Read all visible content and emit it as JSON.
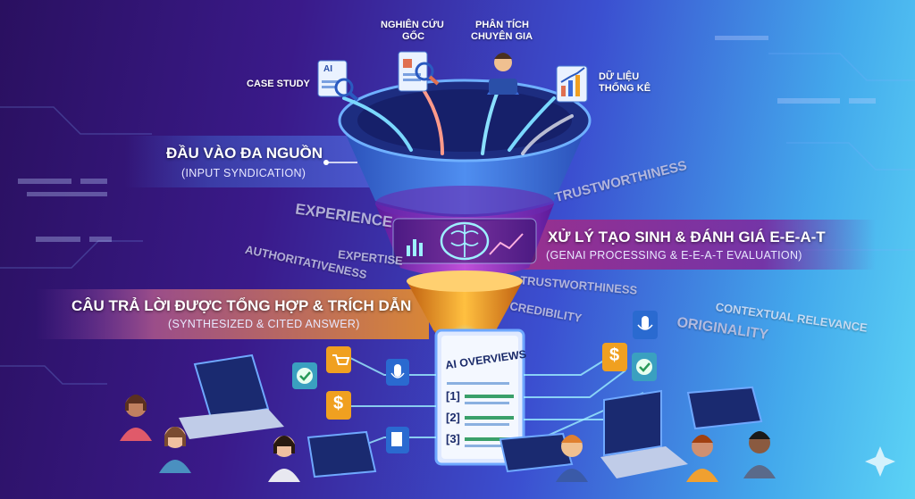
{
  "sources": {
    "case_study": "CASE STUDY",
    "research_l1": "NGHIÊN CỨU",
    "research_l2": "GỐC",
    "expert_l1": "PHÂN TÍCH",
    "expert_l2": "CHUYÊN GIA",
    "stats_l1": "DỮ LIỆU",
    "stats_l2": "THỐNG KÊ"
  },
  "stages": {
    "input_title": "ĐẦU VÀO ĐA NGUỒN",
    "input_sub": "(INPUT SYNDICATION)",
    "process_title": "XỬ LÝ TẠO SINH & ĐÁNH GIÁ E-E-A-T",
    "process_sub": "(GENAI PROCESSING & E-E-A-T EVALUATION)",
    "answer_title": "CÂU TRẢ LỜI ĐƯỢC TỔNG HỢP & TRÍCH DẪN",
    "answer_sub": "(SYNTHESIZED & CITED ANSWER)"
  },
  "keywords": {
    "experience": "EXPERIENCE",
    "expertise": "EXPERTISE",
    "authoritativeness": "AUTHORITATIVENESS",
    "trustworthiness_top": "TRUSTWORTHINESS",
    "trustworthiness_mid": "TRUSTWORTHINESS",
    "credibility": "CREDIBILITY",
    "originality": "ORIGINALITY",
    "contextual_relevance": "CONTEXTUAL RELEVANCE"
  },
  "ai_panel": {
    "title": "AI OVERVIEWS",
    "citations": [
      "[1]",
      "[2]",
      "[3]"
    ]
  },
  "icons": {
    "case_study_doc": "AI",
    "badge_left": "$",
    "badge_right": "$"
  },
  "colors": {
    "funnel_blue": "#3a78e0",
    "funnel_purple": "#8a3ac8",
    "funnel_gold": "#f0a020",
    "band_input": "#3b3ea8",
    "band_process": "#a0308a",
    "band_answer": "#c87a2a"
  }
}
